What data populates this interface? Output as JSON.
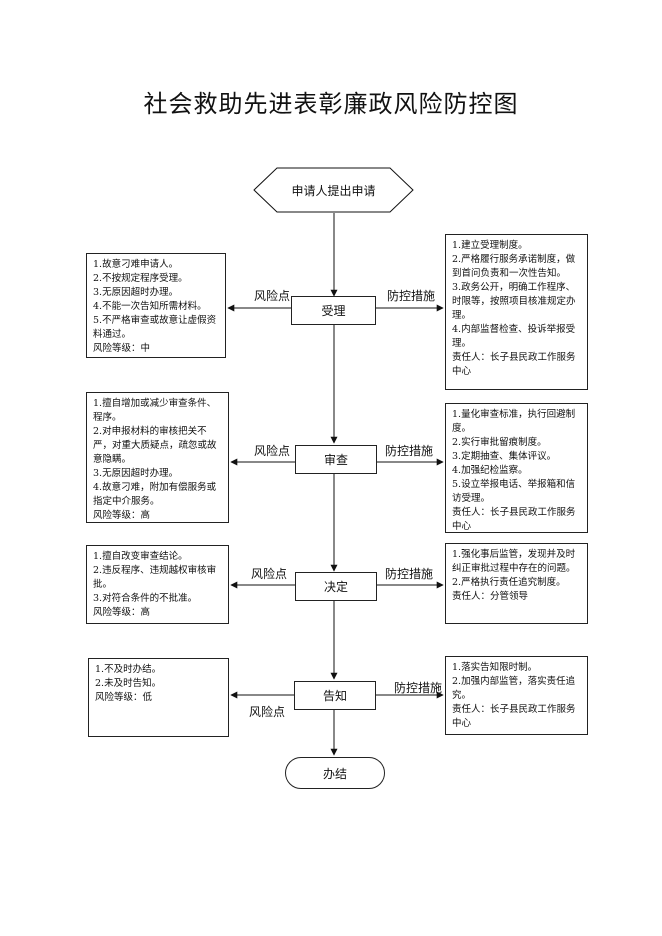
{
  "title": "社会救助先进表彰廉政风险防控图",
  "start": "申请人提出申请",
  "end": "办结",
  "label_risk": "风险点",
  "label_control": "防控措施",
  "steps": [
    {
      "name": "受理",
      "risks": [
        "1.故意刁难申请人。",
        "2.不按规定程序受理。",
        "3.无原因超时办理。",
        "4.不能一次告知所需材料。",
        "5.不严格审查或故意让虚假资料通过。",
        "风险等级：中"
      ],
      "controls": [
        "1.建立受理制度。",
        "2.严格履行服务承诺制度，做到首问负责和一次性告知。",
        "3.政务公开，明确工作程序、时限等，按照项目核准规定办理。",
        "4.内部监督检查、投诉举报受理。",
        "责任人：长子县民政工作服务中心"
      ]
    },
    {
      "name": "审查",
      "risks": [
        "1.擅自增加或减少审查条件、程序。",
        "2.对申报材料的审核把关不严，对重大质疑点，疏忽或故意隐瞒。",
        "3.无原因超时办理。",
        "4.故意刁难，附加有偿服务或指定中介服务。",
        "风险等级：高"
      ],
      "controls": [
        "1.量化审查标准，执行回避制度。",
        "2.实行审批留痕制度。",
        "3.定期抽查、集体评议。",
        "4.加强纪检监察。",
        "5.设立举报电话、举报箱和信访受理。",
        "责任人：长子县民政工作服务中心"
      ]
    },
    {
      "name": "决定",
      "risks": [
        "1.擅自改变审查结论。",
        "2.违反程序、违规越权审核审批。",
        "3.对符合条件的不批准。",
        "风险等级：高"
      ],
      "controls": [
        "1.强化事后监管，发现并及时纠正审批过程中存在的问题。",
        "2.严格执行责任追究制度。",
        "责任人：分管领导"
      ]
    },
    {
      "name": "告知",
      "risks": [
        "1.不及时办结。",
        "2.未及时告知。",
        "风险等级：低"
      ],
      "controls": [
        "1.落实告知限时制。",
        "2.加强内部监管，落实责任追究。",
        "责任人：长子县民政工作服务中心"
      ]
    }
  ]
}
